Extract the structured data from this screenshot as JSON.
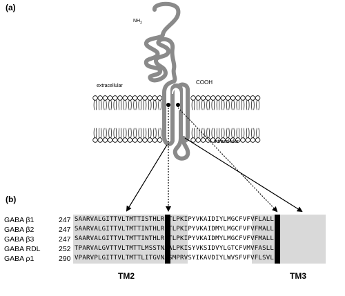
{
  "figure": {
    "panel_a_label": "(a)",
    "panel_b_label": "(b)",
    "labels": {
      "nh2": "NH",
      "nh2_sub": "2",
      "cooh": "COOH",
      "extracellular": "extracellular",
      "intracellular": "intracellular"
    },
    "alignment": {
      "rows": [
        {
          "name": "GABA β1",
          "start": "247",
          "sequence": "SAARVALGITTVLTMTTISTHLRETLPKIPYVKAIDIYLMGCFVFVFLALLE"
        },
        {
          "name": "GABA β2",
          "start": "247",
          "sequence": "SAARVALGITTVLTMTTINTHLRETLPKIPYVKAIDMYLMGCFVFVFMALLE"
        },
        {
          "name": "GABA β3",
          "start": "247",
          "sequence": "SAARVALGITTVLTMTTINTHLRETLPKIPYVKAIDMYLMGCFVFVFMALLE"
        },
        {
          "name": "GABA RDL",
          "start": "252",
          "sequence": "TPARVALGVTTVLTMTTLMSSTNAALPKISYVKSIDVYLGTCFVMVFASLLE"
        },
        {
          "name": "GABA ρ1",
          "start": "290",
          "sequence": "VPARVPLGITTVLTMTTLITGVNASMPRVSYIKAVDIYLWVSFVFVFLSVLE"
        }
      ],
      "tm_labels": [
        "TM2",
        "TM3"
      ]
    },
    "colors": {
      "protein_gray": "#8a8a8a",
      "shade_gray": "#d9d9d9",
      "highlight": "#000000"
    }
  }
}
